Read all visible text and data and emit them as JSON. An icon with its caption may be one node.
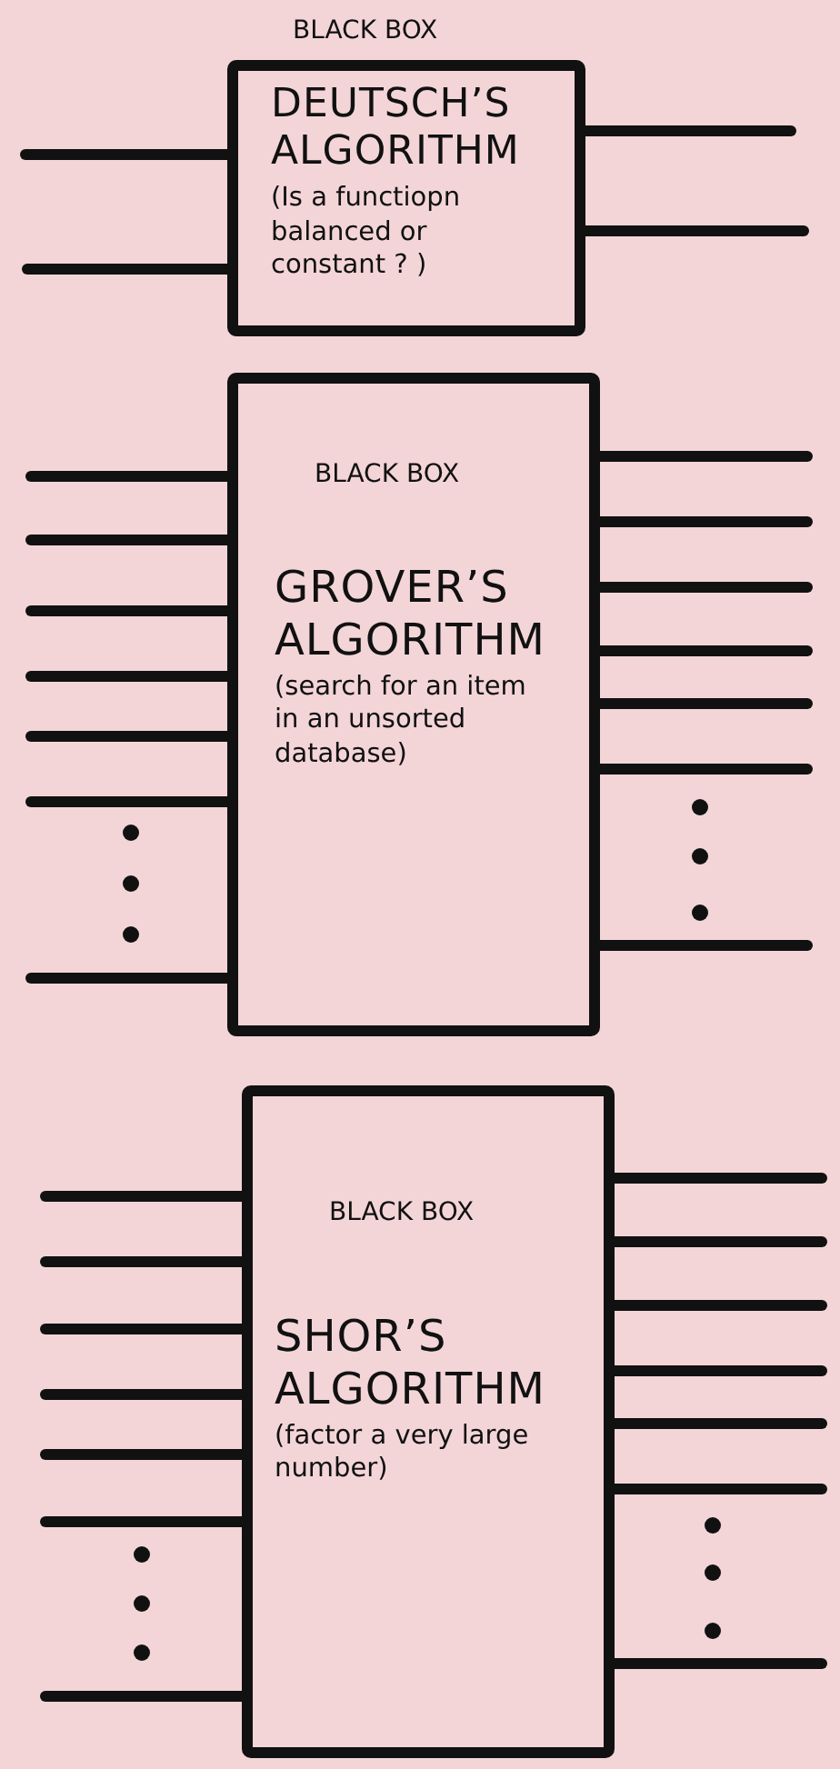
{
  "diagram": {
    "nodes": [
      {
        "text": [
          "BLACK BOX",
          "DEUTSCH’S ALGORITHM",
          "(Is a functiopn balanced or constant ? )"
        ]
      },
      {
        "text": [
          "BLACK BOX",
          "GROVER’S ALGORITHM",
          "(search for an item in an unsorted database)"
        ]
      },
      {
        "text": [
          "BLACK BOX",
          "SHOR’S ALGORITHM",
          "(factor a very large number)"
        ]
      }
    ],
    "edges": [
      {
        "from": null,
        "to": 0,
        "arrow": "none"
      },
      {
        "from": null,
        "to": 0,
        "arrow": "none"
      },
      {
        "from": 0,
        "to": null,
        "arrow": "none"
      },
      {
        "from": 0,
        "to": null,
        "arrow": "none"
      },
      {
        "from": null,
        "to": 1,
        "arrow": "none"
      },
      {
        "from": null,
        "to": 1,
        "arrow": "none"
      },
      {
        "from": null,
        "to": 1,
        "arrow": "none"
      },
      {
        "from": null,
        "to": 1,
        "arrow": "none"
      },
      {
        "from": null,
        "to": 1,
        "arrow": "none"
      },
      {
        "from": null,
        "to": 1,
        "arrow": "none"
      },
      {
        "from": null,
        "to": 1,
        "arrow": "none"
      },
      {
        "from": 1,
        "to": null,
        "arrow": "none"
      },
      {
        "from": 1,
        "to": null,
        "arrow": "none"
      },
      {
        "from": 1,
        "to": null,
        "arrow": "none"
      },
      {
        "from": 1,
        "to": null,
        "arrow": "none"
      },
      {
        "from": 1,
        "to": null,
        "arrow": "none"
      },
      {
        "from": 1,
        "to": null,
        "arrow": "none"
      },
      {
        "from": 1,
        "to": null,
        "arrow": "none"
      },
      {
        "from": null,
        "to": 2,
        "arrow": "none"
      },
      {
        "from": null,
        "to": 2,
        "arrow": "none"
      },
      {
        "from": null,
        "to": 2,
        "arrow": "none"
      },
      {
        "from": null,
        "to": 2,
        "arrow": "none"
      },
      {
        "from": null,
        "to": 2,
        "arrow": "none"
      },
      {
        "from": null,
        "to": 2,
        "arrow": "none"
      },
      {
        "from": null,
        "to": 2,
        "arrow": "none"
      },
      {
        "from": 2,
        "to": null,
        "arrow": "none"
      },
      {
        "from": 2,
        "to": null,
        "arrow": "none"
      },
      {
        "from": 2,
        "to": null,
        "arrow": "none"
      },
      {
        "from": 2,
        "to": null,
        "arrow": "none"
      },
      {
        "from": 2,
        "to": null,
        "arrow": "none"
      },
      {
        "from": 2,
        "to": null,
        "arrow": "none"
      },
      {
        "from": 2,
        "to": null,
        "arrow": "none"
      }
    ]
  }
}
